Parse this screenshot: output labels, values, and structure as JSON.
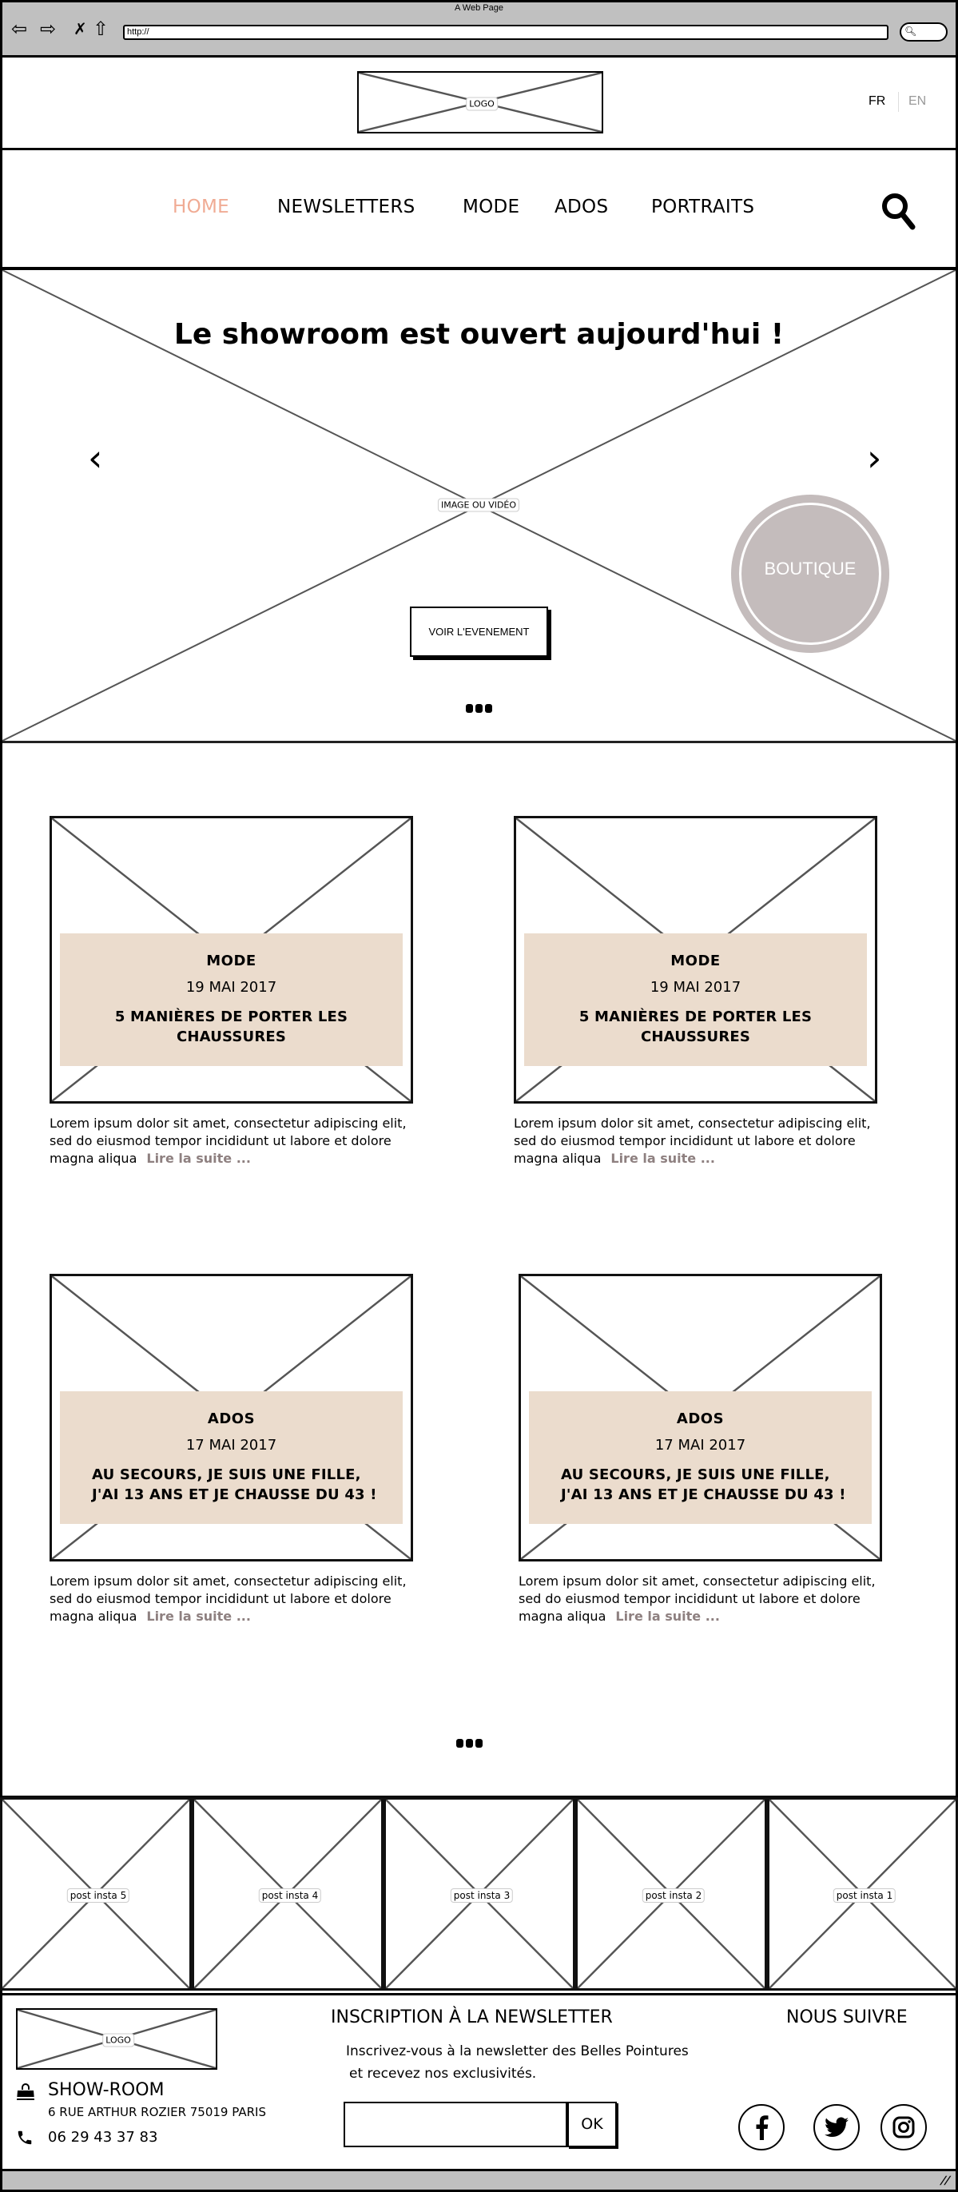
{
  "browser": {
    "window_title": "A Web Page",
    "url": "http://",
    "nav_icons": [
      "back-arrow-icon",
      "forward-arrow-icon",
      "stop-icon",
      "home-icon"
    ]
  },
  "header": {
    "logo_label": "LOGO",
    "languages": [
      {
        "code": "FR",
        "active": true
      },
      {
        "code": "EN",
        "active": false
      }
    ]
  },
  "nav": {
    "items": [
      {
        "label": "HOME",
        "active": true
      },
      {
        "label": "NEWSLETTERS",
        "active": false
      },
      {
        "label": "MODE",
        "active": false
      },
      {
        "label": "ADOS",
        "active": false
      },
      {
        "label": "PORTRAITS",
        "active": false
      }
    ],
    "search_icon": "search-icon",
    "active_color": "#f0ab94"
  },
  "hero": {
    "title": "Le showroom est ouvert aujourd'hui !",
    "media_label": "IMAGE OU VIDÉO",
    "prev_glyph": "‹",
    "next_glyph": "›",
    "cta_label": "VOIR L'EVENEMENT",
    "boutique_label": "BOUTIQUE",
    "boutique_color": "#c4bcbc",
    "pagination_dots": 3
  },
  "articles": [
    {
      "category": "MODE",
      "date": "19 MAI 2017",
      "title": "5 MANIÈRES DE PORTER LES CHAUSSURES",
      "excerpt": "Lorem ipsum dolor sit amet, consectetur adipiscing elit, sed do eiusmod tempor incididunt ut labore et dolore magna aliqua",
      "read_more": "Lire la suite ..."
    },
    {
      "category": "MODE",
      "date": "19 MAI 2017",
      "title": "5 MANIÈRES DE PORTER LES CHAUSSURES",
      "excerpt": "Lorem ipsum dolor sit amet, consectetur adipiscing elit, sed do eiusmod tempor incididunt ut labore et dolore magna aliqua",
      "read_more": "Lire la suite ..."
    },
    {
      "category": "ADOS",
      "date": "17 MAI 2017",
      "title_line1": "AU SECOURS, JE SUIS UNE FILLE,",
      "title_line2": "J'AI 13 ANS ET JE CHAUSSE DU 43 !",
      "excerpt": "Lorem ipsum dolor sit amet, consectetur adipiscing elit, sed do eiusmod tempor incididunt ut labore et dolore magna aliqua",
      "read_more": "Lire la suite ..."
    },
    {
      "category": "ADOS",
      "date": "17 MAI 2017",
      "title_line1": "AU SECOURS, JE SUIS UNE FILLE,",
      "title_line2": "J'AI 13 ANS ET JE CHAUSSE DU 43 !",
      "excerpt": "Lorem ipsum dolor sit amet, consectetur adipiscing elit, sed do eiusmod tempor incididunt ut labore et dolore magna aliqua",
      "read_more": "Lire la suite ..."
    }
  ],
  "articles_pagination_dots": 3,
  "card_band_color": "#ebdccd",
  "read_more_color": "#8e8080",
  "instagram": {
    "posts": [
      "post insta 5",
      "post insta 4",
      "post insta 3",
      "post insta 2",
      "post insta 1"
    ]
  },
  "footer": {
    "logo_label": "LOGO",
    "showroom_title": "SHOW-ROOM",
    "address": "6 RUE ARTHUR ROZIER 75019 PARIS",
    "phone": "06 29 43 37 83",
    "newsletter_heading": "INSCRIPTION À LA NEWSLETTER",
    "newsletter_text_line1": "Inscrivez-vous à la newsletter des Belles Pointures",
    "newsletter_text_line2": "et recevez nos exclusivités.",
    "newsletter_input_value": "",
    "newsletter_submit": "OK",
    "follow_heading": "NOUS SUIVRE",
    "social": [
      "facebook",
      "twitter",
      "instagram"
    ]
  }
}
